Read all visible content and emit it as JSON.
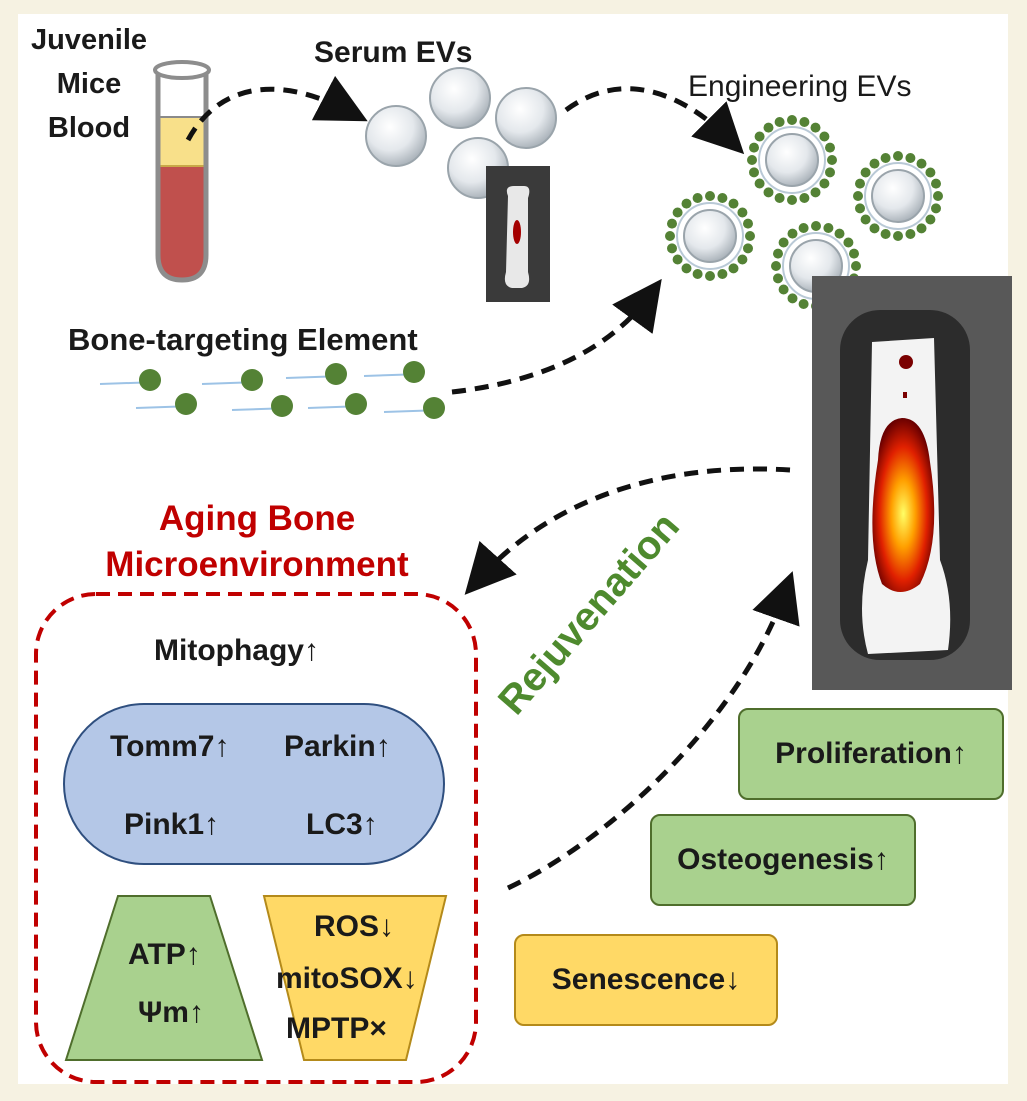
{
  "labels": {
    "juvenile_blood": [
      "Juvenile",
      "Mice",
      "Blood"
    ],
    "serum_evs": "Serum EVs",
    "engineering_evs": "Engineering EVs",
    "bone_targeting": "Bone-targeting Element",
    "aging_bone": [
      "Aging Bone",
      "Microenvironment"
    ],
    "mitophagy": "Mitophagy↑",
    "markers": [
      "Tomm7↑",
      "Parkin↑",
      "Pink1↑",
      "LC3↑"
    ],
    "atp": "ATP↑",
    "psi_m": "Ψm↑",
    "ros": "ROS↓",
    "mitosox": "mitoSOX↓",
    "mptp": "MPTP×",
    "rejuvenation": "Rejuvenation",
    "proliferation": "Proliferation↑",
    "osteogenesis": "Osteogenesis↑",
    "senescence": "Senescence↓"
  },
  "colors": {
    "title_red": "#c00000",
    "rejuvenation_green": "#4e8a2e",
    "blue_box": "#b4c7e7",
    "green_box": "#a9d18e",
    "yellow_box": "#ffd966",
    "ligand_green": "#548235"
  }
}
